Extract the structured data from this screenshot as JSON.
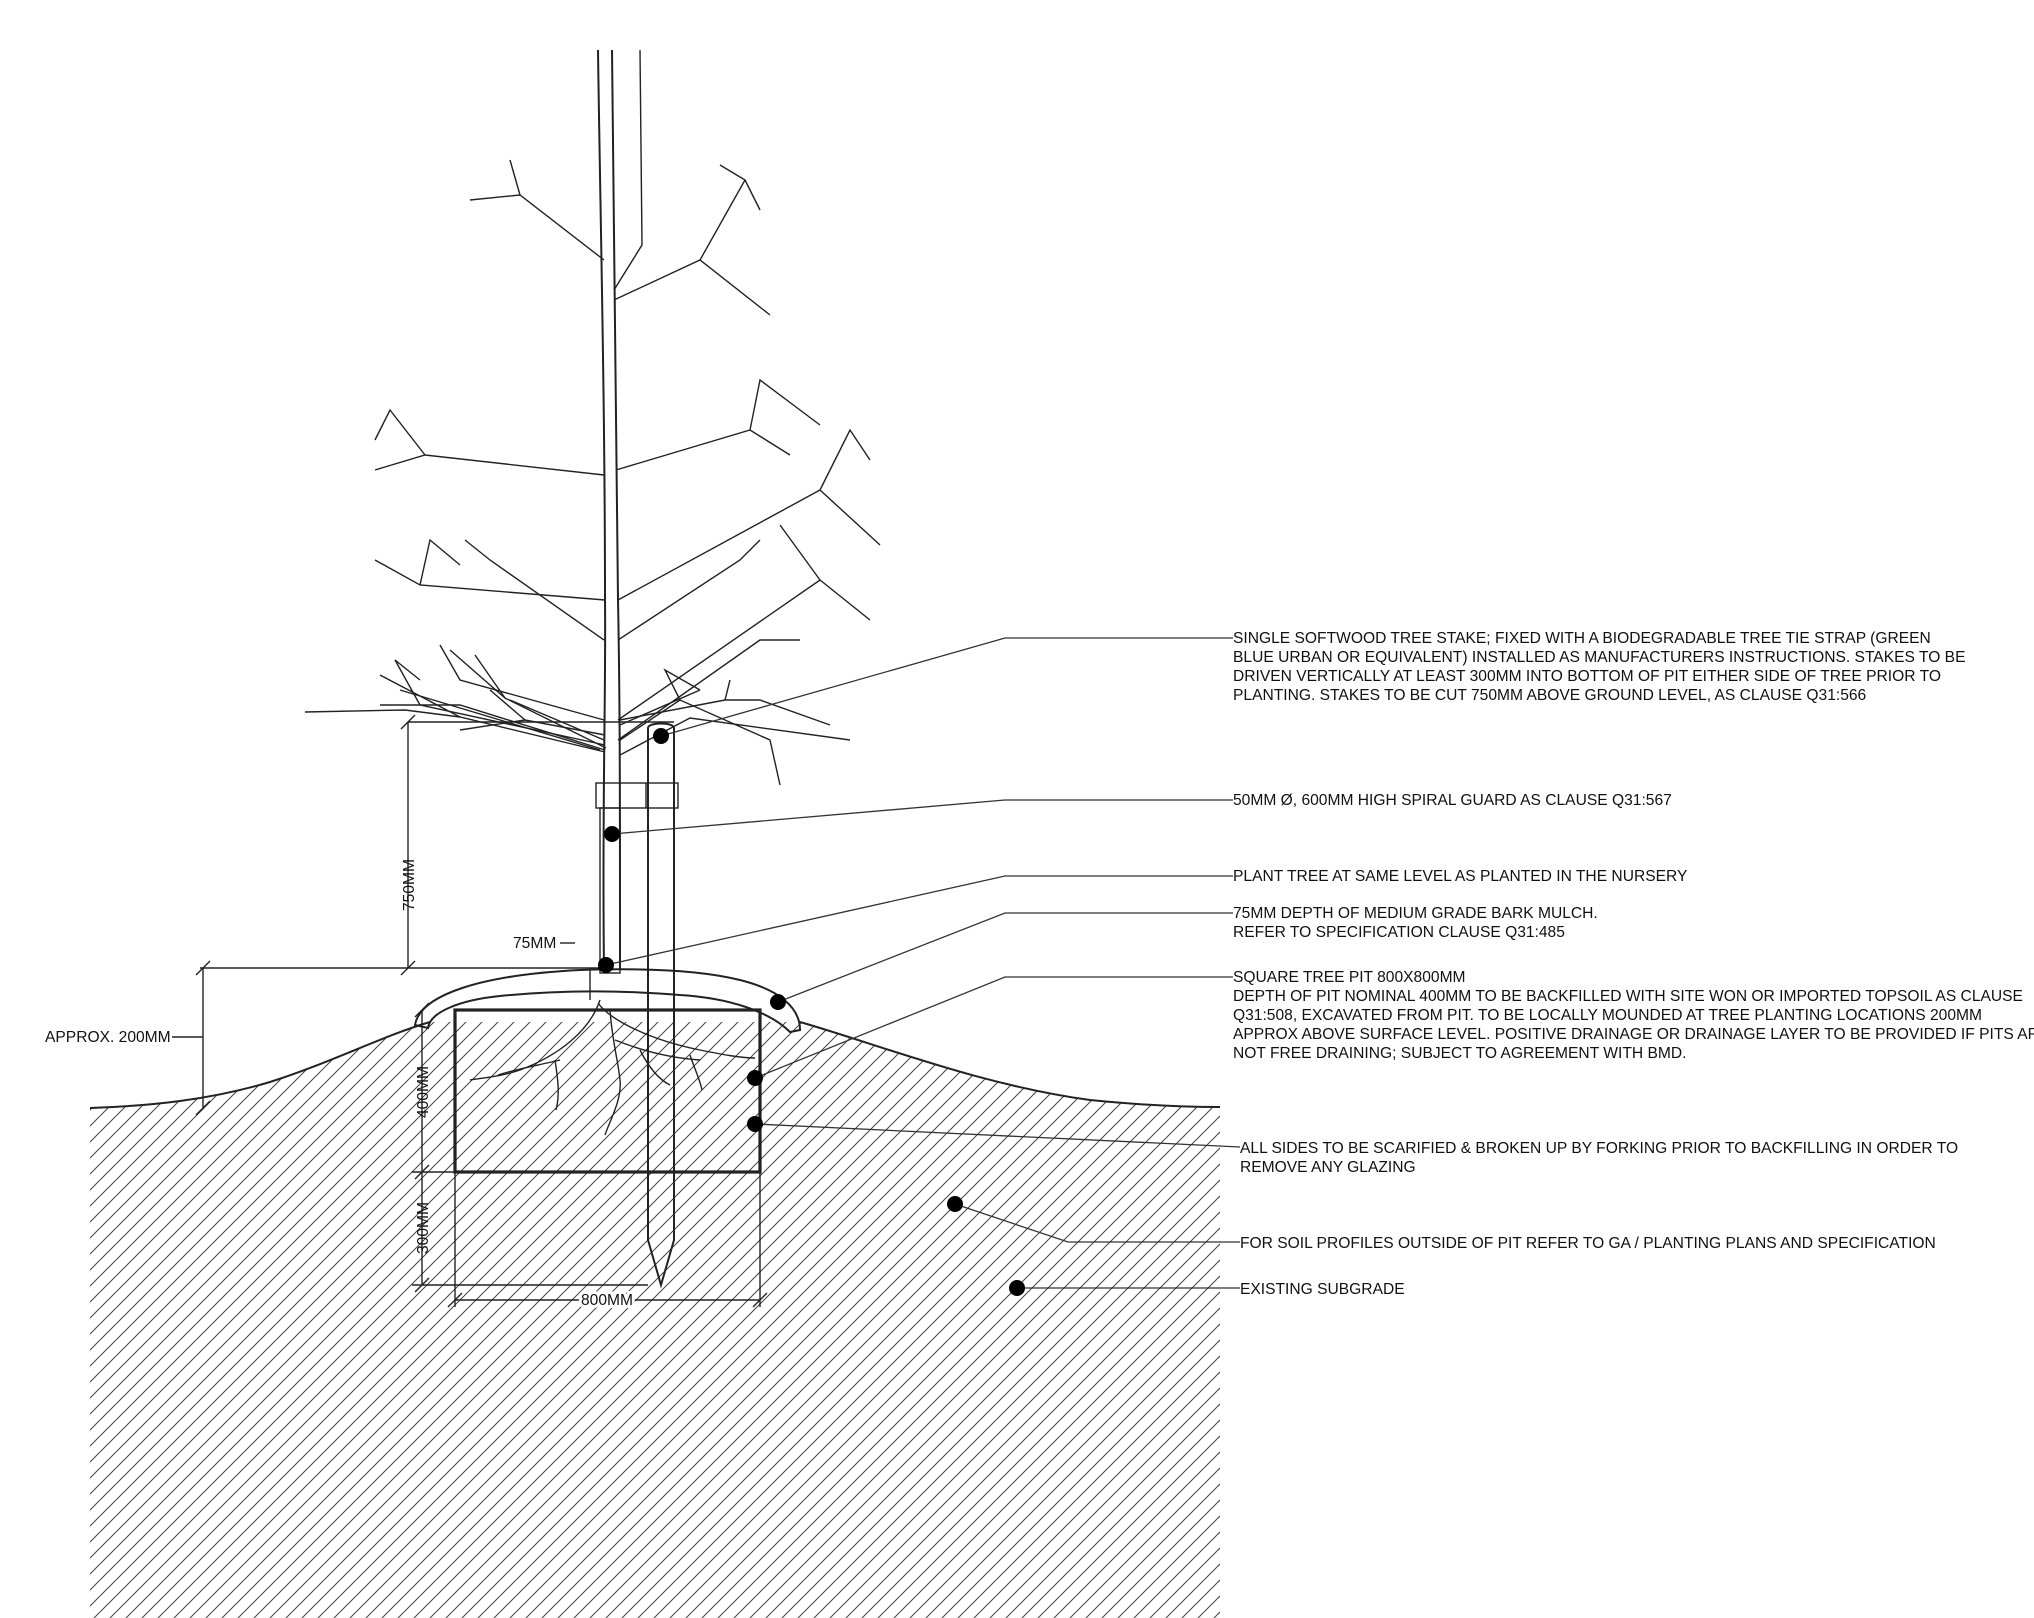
{
  "annotations": {
    "stake": [
      "SINGLE SOFTWOOD TREE STAKE; FIXED WITH A BIODEGRADABLE TREE TIE STRAP (GREEN",
      "BLUE URBAN OR EQUIVALENT) INSTALLED AS MANUFACTURERS INSTRUCTIONS.  STAKES TO BE",
      "DRIVEN VERTICALLY AT LEAST 300MM INTO BOTTOM OF PIT EITHER SIDE OF TREE PRIOR TO",
      "PLANTING. STAKES TO BE CUT 750MM ABOVE GROUND LEVEL, AS CLAUSE Q31:566"
    ],
    "guard": [
      "50MM Ø, 600MM HIGH SPIRAL GUARD AS CLAUSE Q31:567"
    ],
    "plant_level": [
      "PLANT TREE AT SAME LEVEL AS PLANTED IN THE NURSERY"
    ],
    "mulch": [
      "75MM DEPTH OF MEDIUM GRADE BARK MULCH.",
      "REFER TO SPECIFICATION CLAUSE Q31:485"
    ],
    "pit": [
      "SQUARE TREE PIT 800X800MM",
      "DEPTH OF PIT NOMINAL 400MM TO BE BACKFILLED WITH SITE WON OR IMPORTED TOPSOIL AS CLAUSE",
      "Q31:508, EXCAVATED FROM PIT. TO BE LOCALLY MOUNDED AT TREE PLANTING LOCATIONS 200MM",
      "APPROX ABOVE SURFACE LEVEL. POSITIVE DRAINAGE OR DRAINAGE LAYER TO BE PROVIDED IF PITS ARE",
      "NOT FREE DRAINING; SUBJECT TO AGREEMENT WITH BMD."
    ],
    "sides": [
      "ALL SIDES TO BE SCARIFIED & BROKEN UP BY FORKING PRIOR TO BACKFILLING IN ORDER TO",
      "REMOVE ANY GLAZING"
    ],
    "soil_profiles": [
      "FOR SOIL PROFILES OUTSIDE OF PIT REFER TO GA / PLANTING PLANS AND SPECIFICATION"
    ],
    "subgrade": [
      "EXISTING SUBGRADE"
    ]
  },
  "dimensions": {
    "stake_height": "750MM",
    "mulch_depth": "75MM",
    "mound_height": "APPROX. 200MM",
    "pit_depth": "400MM",
    "stake_below_pit": "300MM",
    "pit_width": "800MM"
  }
}
